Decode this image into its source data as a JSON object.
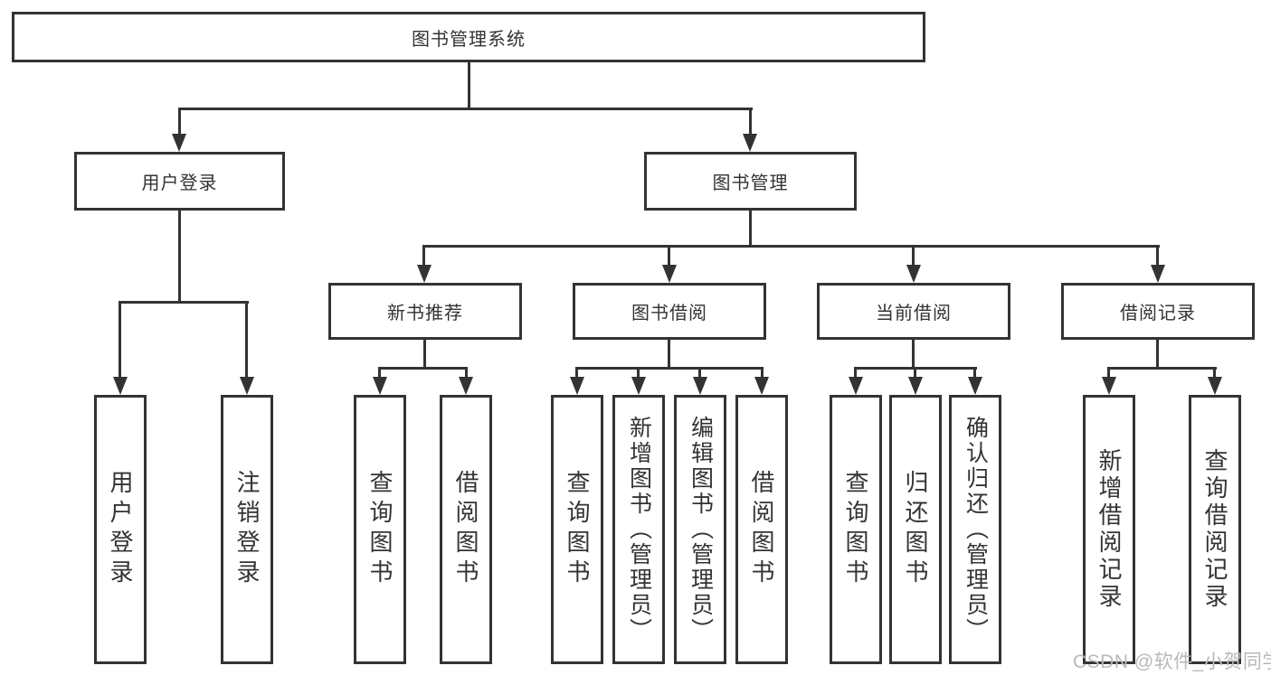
{
  "diagram": {
    "watermark": "CSDN @软件_小贺同学"
  },
  "root": {
    "label": "图书管理系统"
  },
  "branches": [
    {
      "label": "用户登录",
      "children": [
        {
          "label": "用户登录"
        },
        {
          "label": "注销登录"
        }
      ]
    },
    {
      "label": "图书管理",
      "children": [
        {
          "label": "新书推荐",
          "children": [
            {
              "label": "查询图书"
            },
            {
              "label": "借阅图书"
            }
          ]
        },
        {
          "label": "图书借阅",
          "children": [
            {
              "label": "查询图书"
            },
            {
              "label": "新增图书（管理员）"
            },
            {
              "label": "编辑图书（管理员）"
            },
            {
              "label": "借阅图书"
            }
          ]
        },
        {
          "label": "当前借阅",
          "children": [
            {
              "label": "查询图书"
            },
            {
              "label": "归还图书"
            },
            {
              "label": "确认归还（管理员）"
            }
          ]
        },
        {
          "label": "借阅记录",
          "children": [
            {
              "label": "新增借阅记录"
            },
            {
              "label": "查询借阅记录"
            }
          ]
        }
      ]
    }
  ]
}
